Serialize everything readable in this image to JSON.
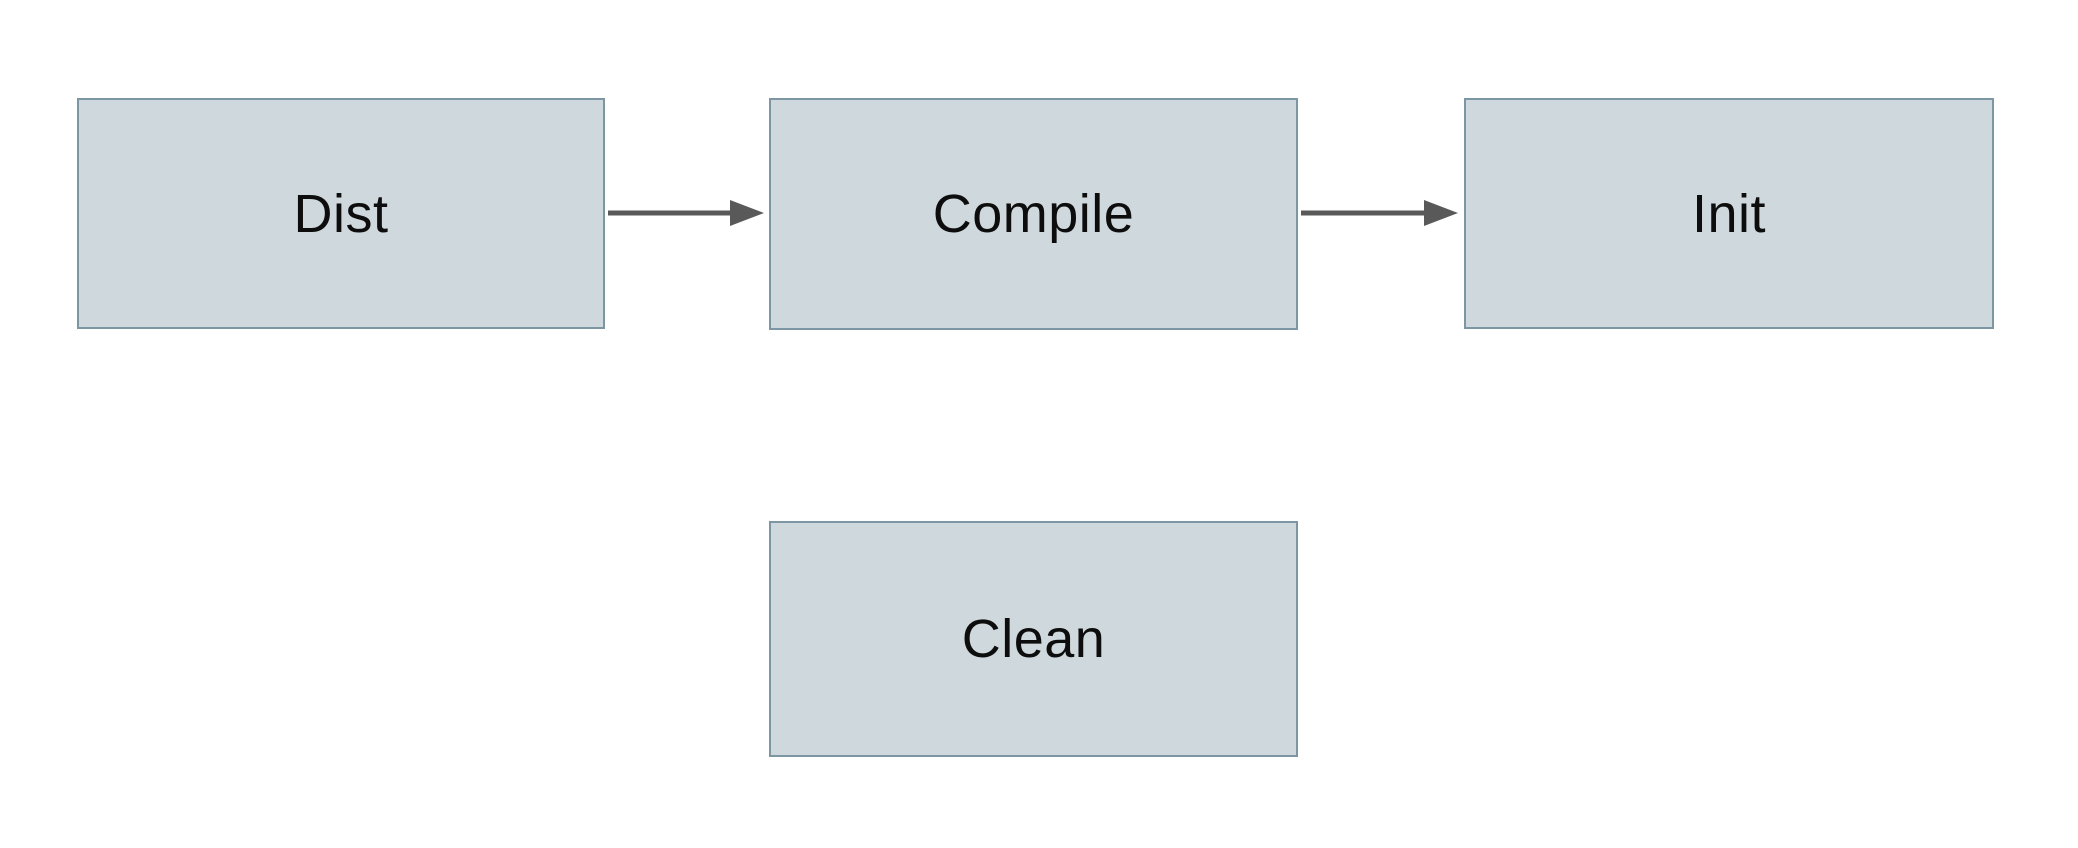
{
  "diagram": {
    "nodes": [
      {
        "id": "dist",
        "label": "Dist"
      },
      {
        "id": "compile",
        "label": "Compile"
      },
      {
        "id": "init",
        "label": "Init"
      },
      {
        "id": "clean",
        "label": "Clean"
      }
    ],
    "edges": [
      {
        "from": "dist",
        "to": "compile"
      },
      {
        "from": "compile",
        "to": "init"
      }
    ],
    "colors": {
      "node_fill": "#cfd8dc",
      "node_border": "#7c96a3",
      "arrow": "#595959",
      "text": "#0d0d0d",
      "background": "#ffffff"
    }
  }
}
